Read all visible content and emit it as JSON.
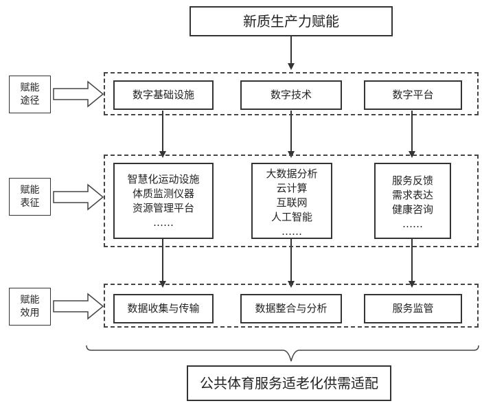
{
  "top": "新质生产力赋能",
  "bottom": "公共体育服务适老化供需适配",
  "side_labels": {
    "path": [
      "赋能",
      "途径"
    ],
    "char": [
      "赋能",
      "表征"
    ],
    "effect": [
      "赋能",
      "效用"
    ]
  },
  "row1": [
    "数字基础设施",
    "数字技术",
    "数字平台"
  ],
  "row2": [
    [
      "智慧化运动设施",
      "体质监测仪器",
      "资源管理平台",
      "……"
    ],
    [
      "大数据分析",
      "云计算",
      "互联网",
      "人工智能",
      "……"
    ],
    [
      "服务反馈",
      "需求表达",
      "健康咨询",
      "……"
    ]
  ],
  "row3": [
    "数据收集与传输",
    "数据整合与分析",
    "服务监管"
  ]
}
